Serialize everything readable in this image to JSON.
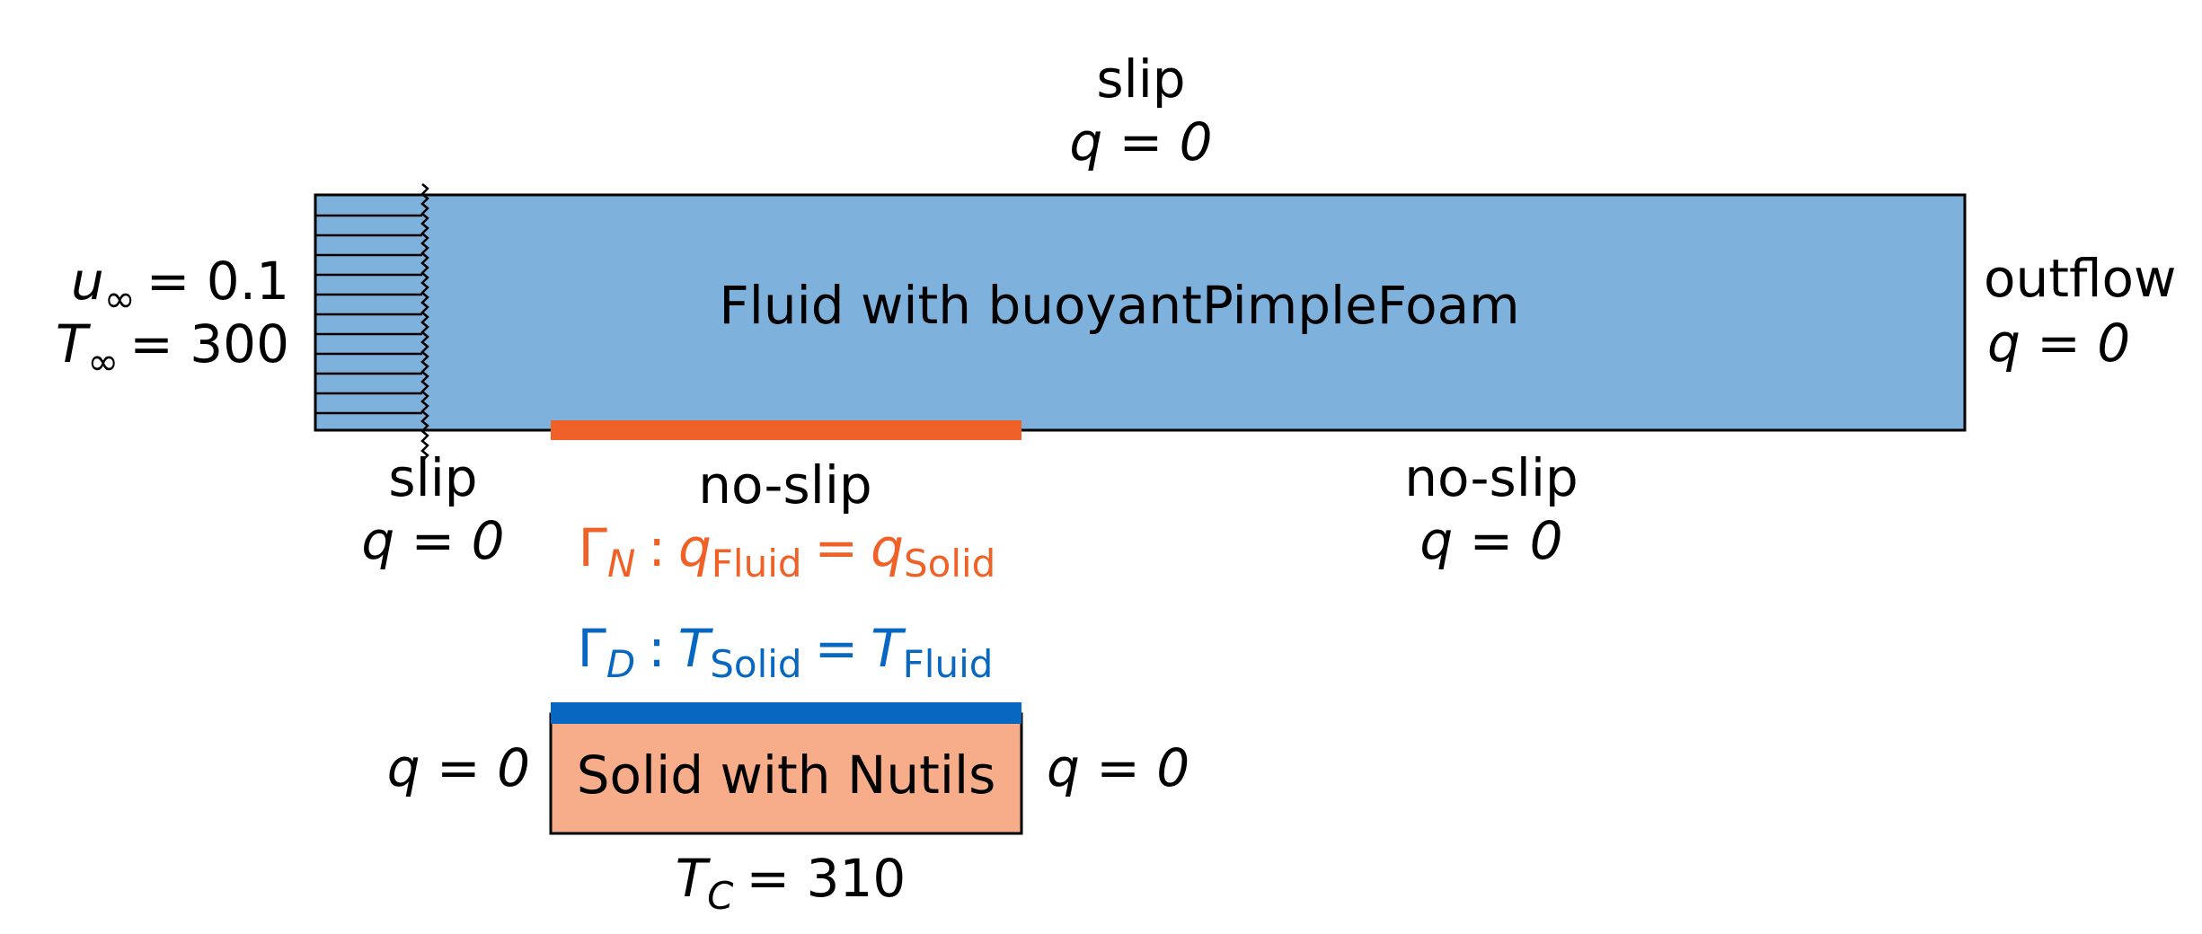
{
  "colors": {
    "fluid": "#7FB1DD",
    "solid": "#F8AD8A",
    "interface_neumann": "#EF6127",
    "interface_dirichlet": "#0867C0",
    "outline": "#000000",
    "text": "#000000"
  },
  "fluid": {
    "label": "Fluid with buoyantPimpleFoam",
    "top_bc": {
      "velocity": "slip",
      "heat": "q = 0"
    },
    "inlet": {
      "u_symbol": "u",
      "u_sub": "∞",
      "u_value": "= 0.1",
      "t_symbol": "T",
      "t_sub": "∞",
      "t_value": "= 300"
    },
    "outlet": {
      "velocity": "outflow",
      "heat": "q = 0"
    },
    "bottom_left": {
      "velocity": "slip",
      "heat": "q = 0"
    },
    "bottom_interface": {
      "velocity": "no-slip"
    },
    "bottom_right": {
      "velocity": "no-slip",
      "heat": "q = 0"
    }
  },
  "interfaces": {
    "neumann": {
      "gamma": "Γ",
      "gamma_sub": "N",
      "colon": ":",
      "lhs_symbol": "q",
      "lhs_sub": "Fluid",
      "equals": "=",
      "rhs_symbol": "q",
      "rhs_sub": "Solid"
    },
    "dirichlet": {
      "gamma": "Γ",
      "gamma_sub": "D",
      "colon": ":",
      "lhs_symbol": "T",
      "lhs_sub": "Solid",
      "equals": "=",
      "rhs_symbol": "T",
      "rhs_sub": "Fluid"
    }
  },
  "solid": {
    "label": "Solid with Nutils",
    "left_bc": "q = 0",
    "right_bc": "q = 0",
    "bottom_bc": {
      "symbol": "T",
      "sub": "C",
      "value": "= 310"
    }
  }
}
